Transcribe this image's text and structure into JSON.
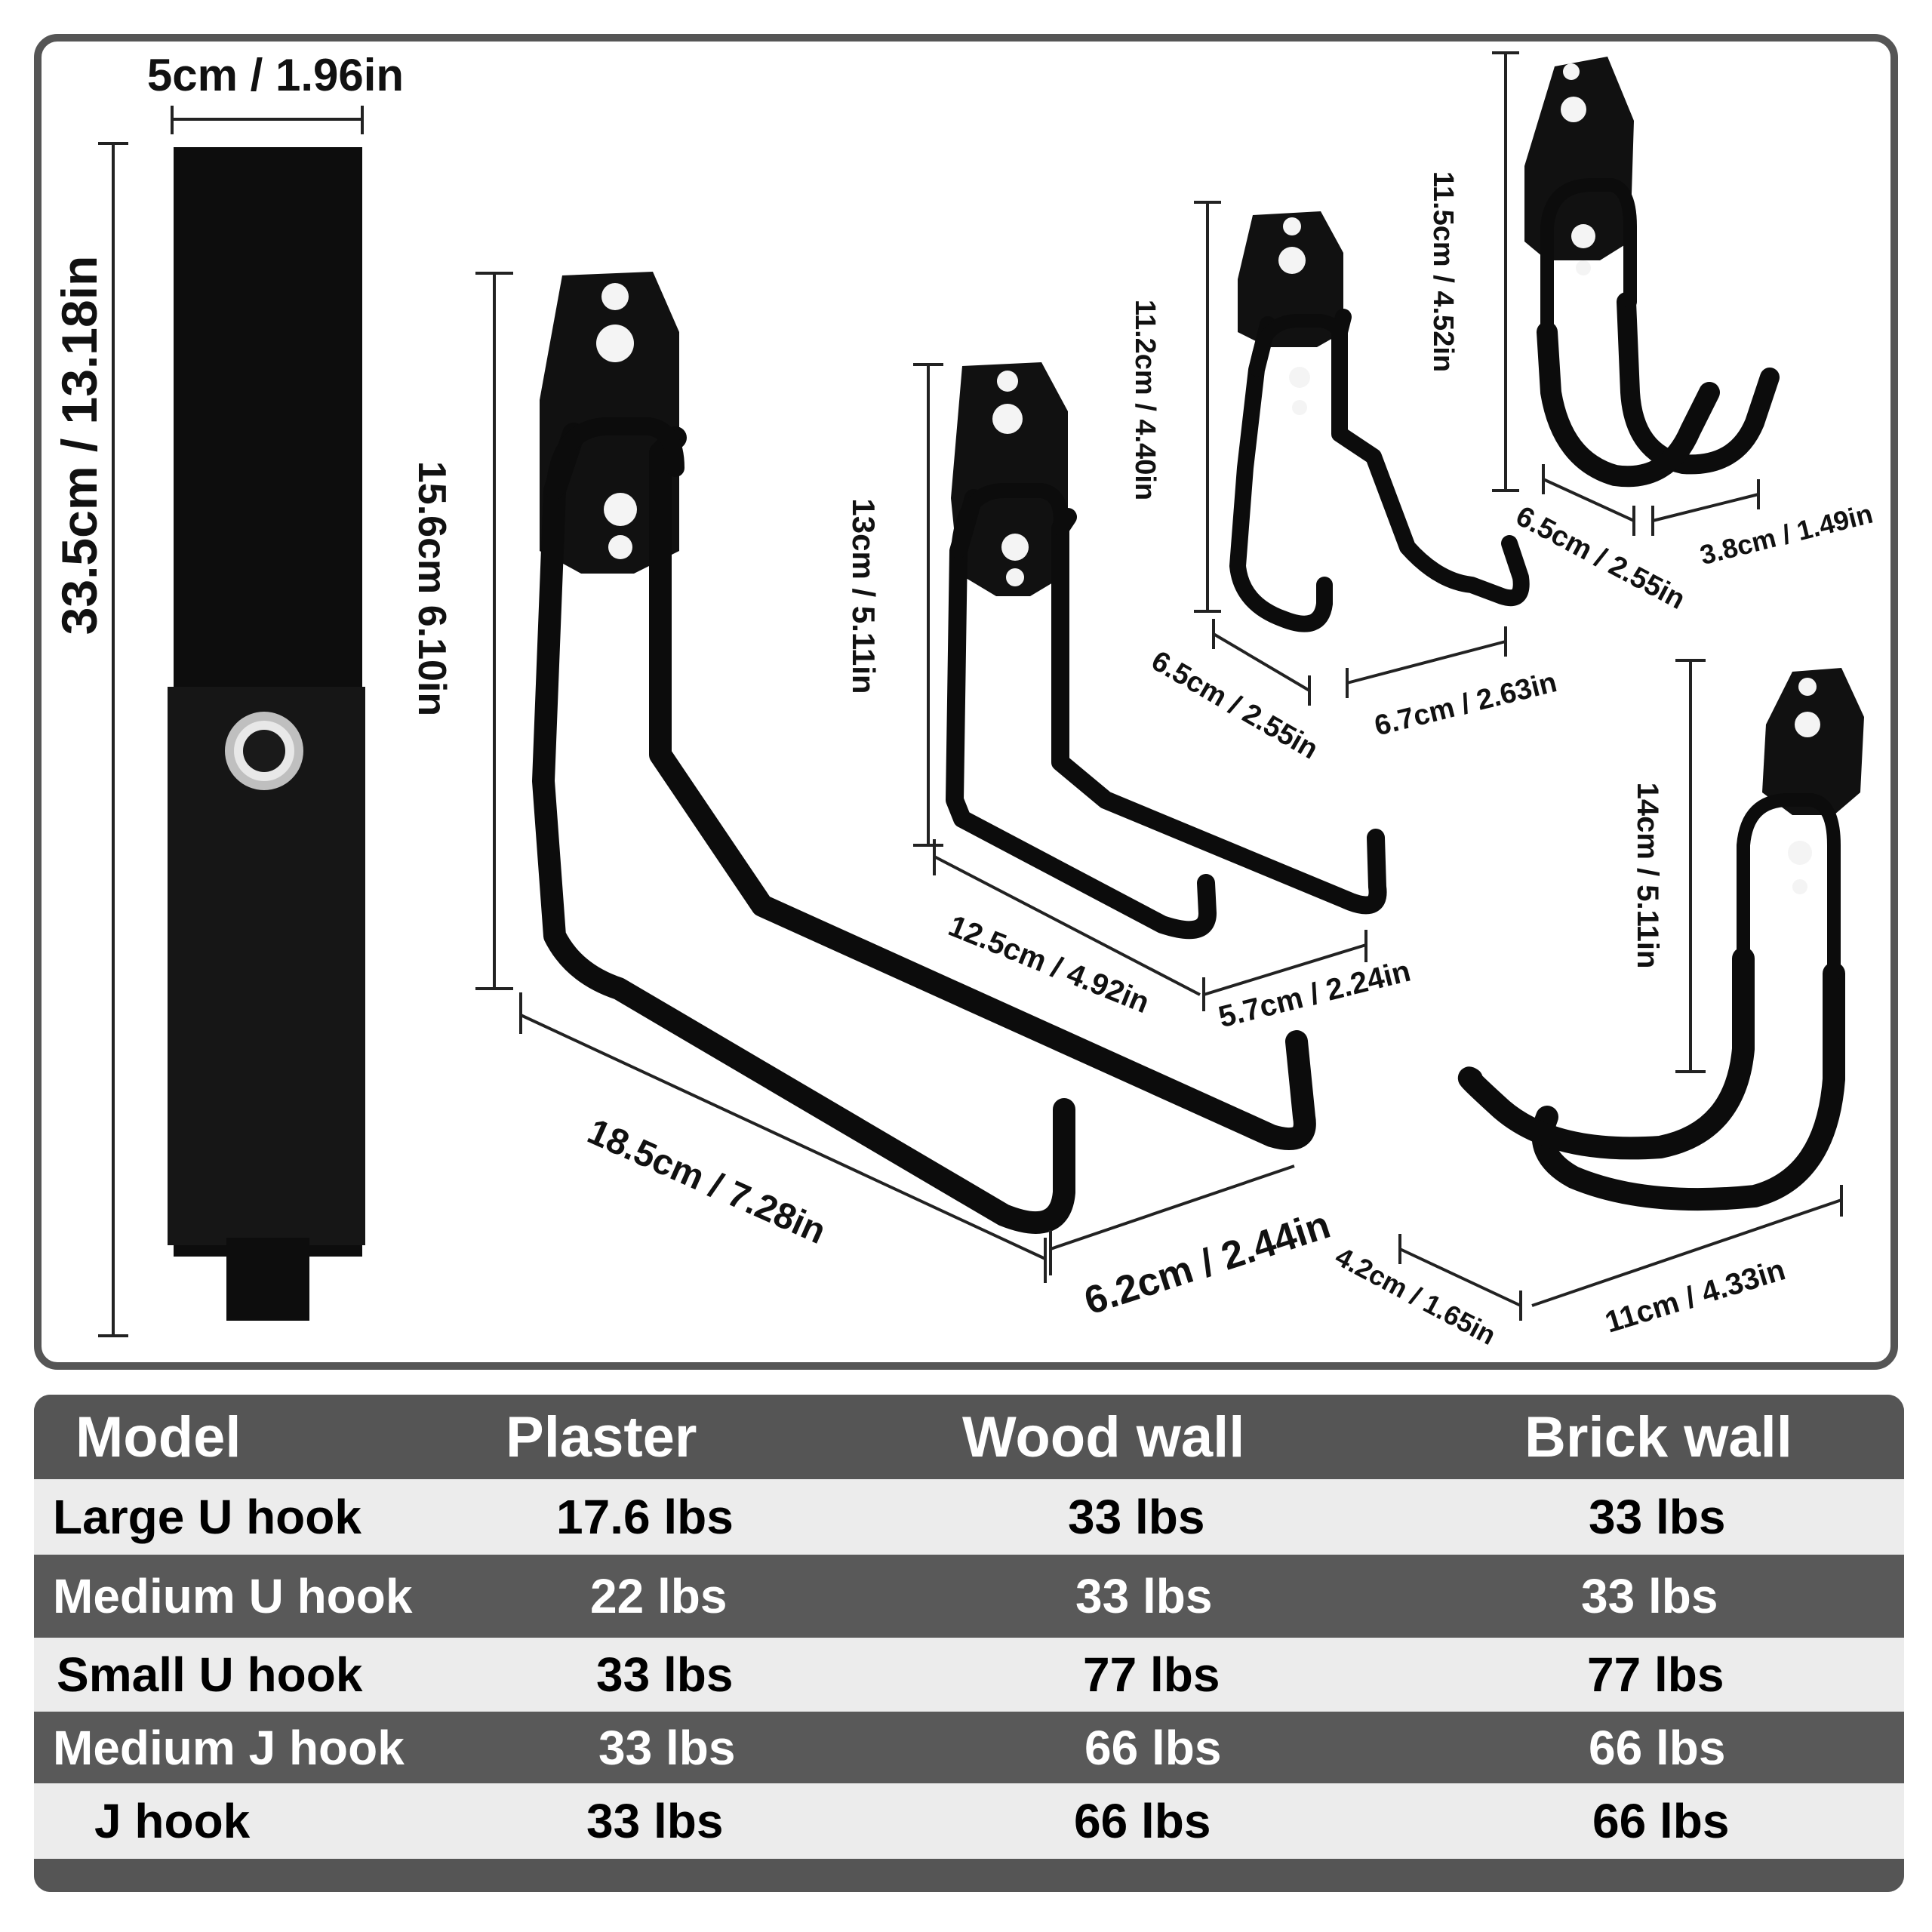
{
  "dimensions": {
    "strap_width": "5cm / 1.96in",
    "strap_length": "33.5cm / 13.18in",
    "large_u_height": "15.6cm 6.10in",
    "large_u_depth": "18.5cm / 7.28in",
    "large_u_lip": "6.2cm / 2.44in",
    "medium_u_height": "13cm / 5.11in",
    "medium_u_depth": "12.5cm / 4.92in",
    "medium_u_lip": "5.7cm / 2.24in",
    "small_u_height": "11.2cm / 4.40in",
    "small_u_depth": "6.5cm / 2.55in",
    "small_u_lip": "6.7cm / 2.63in",
    "medium_j_height": "11.5cm / 4.52in",
    "medium_j_depth": "6.5cm / 2.55in",
    "medium_j_lip": "3.8cm / 1.49in",
    "j_height": "14cm / 5.11in",
    "j_lip": "4.2cm / 1.65in",
    "j_depth": "11cm / 4.33in"
  },
  "table": {
    "headers": [
      "Model",
      "Plaster",
      "Wood wall",
      "Brick wall"
    ],
    "rows": [
      [
        "Large U hook",
        "17.6 lbs",
        "33 lbs",
        "33 lbs"
      ],
      [
        "Medium U hook",
        "22 lbs",
        "33 lbs",
        "33 lbs"
      ],
      [
        "Small U hook",
        "33 lbs",
        "77 lbs",
        "77 lbs"
      ],
      [
        "Medium J hook",
        "33 lbs",
        "66 lbs",
        "66 lbs"
      ],
      [
        "J hook",
        "33 lbs",
        "66 lbs",
        "66 lbs"
      ]
    ]
  },
  "colors": {
    "frame": "#555555",
    "header_bg": "#555555",
    "row_light": "#ececec",
    "row_dark": "#595959",
    "hook": "#0c0c0c"
  }
}
